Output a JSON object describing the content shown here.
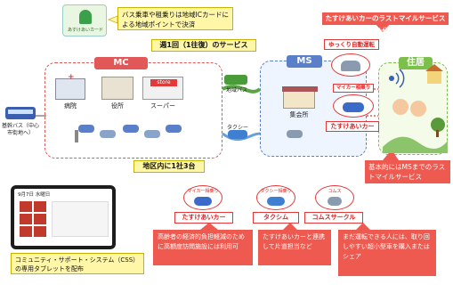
{
  "card": {
    "name": "あすけあいカード",
    "caption": "バス乗車や租乗りは地域ICカードによる地域ポイントで決済"
  },
  "top_right_banner": "たすけあいカーのラストマイルサービスを代替",
  "yukkuri_label": "ゆっくり自動運転",
  "weekly_service": "週1回（1往復）のサービス",
  "mc": {
    "title": "MC",
    "buildings": [
      "病院",
      "役所",
      "スーパー"
    ],
    "store_sign": "store"
  },
  "ms": {
    "title": "MS",
    "hall": "集会所"
  },
  "residence": {
    "title": "住居"
  },
  "bus": {
    "label": "基幹バス（中心市街地へ）"
  },
  "regional_bus": "地域バス",
  "taxi_label": "タクシー",
  "one_per_district": "地区内に1社3台",
  "mycar_label": "マイカー相乗り",
  "tasukeai_car": "たすけあいカー",
  "basic_service": "基本的にはMSまでのラストマイルサービス",
  "tablet": {
    "date": "9月7日 水曜日",
    "caption": "コミュニティ・サポート・システム（CSS）の専用タブレットを配布"
  },
  "services": [
    {
      "top": "マイカー相乗り",
      "name": "たすけあいカー",
      "desc": "高齢者の経済的負担軽減のために高額度訪問施設には利用可"
    },
    {
      "top": "タクシー相乗り",
      "name": "タクシム",
      "desc": "たすけあいカーと連携して片道担当など"
    },
    {
      "top": "コムス",
      "name": "コムスサークル",
      "desc": "まだ運転できる人には、取り回しやすい超小型車を購入または シェア"
    }
  ],
  "colors": {
    "mc_red": "#e25757",
    "ms_blue": "#5b7fc8",
    "home_green": "#7cbf4a",
    "accent_red": "#ee5a4f",
    "callout_yellow": "#fff6a8"
  }
}
